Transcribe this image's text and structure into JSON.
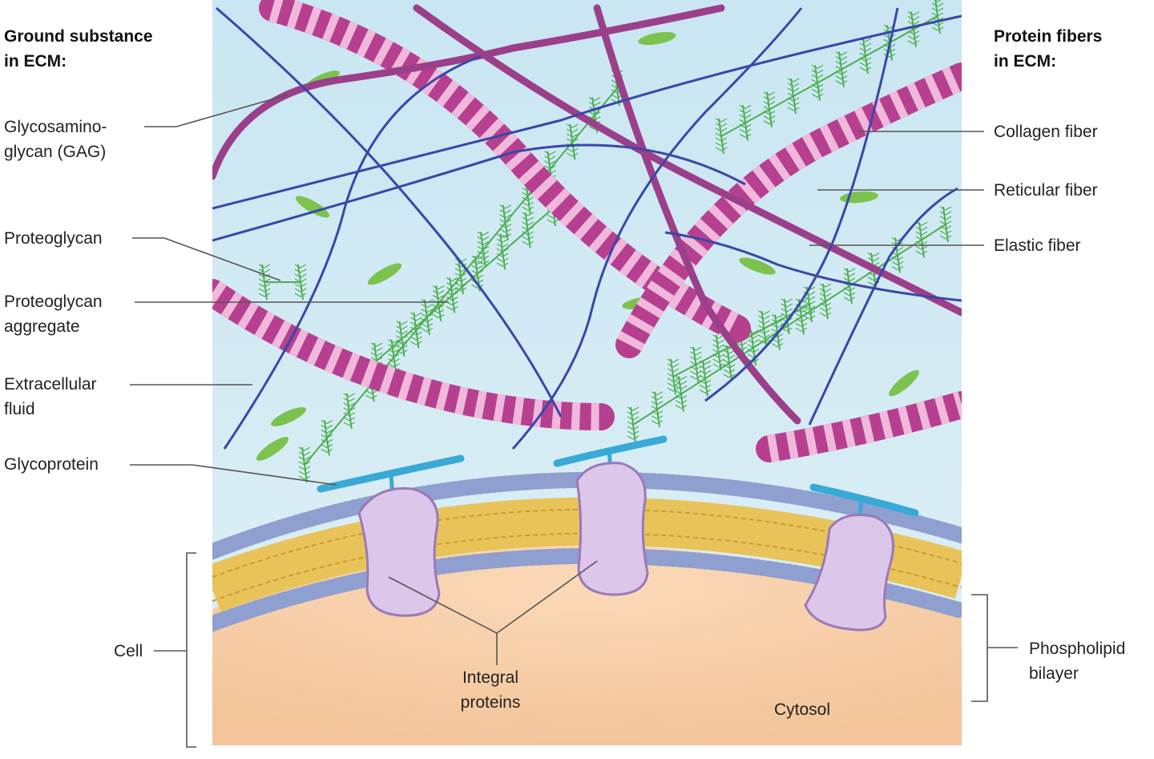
{
  "headings": {
    "left": [
      "Ground substance",
      "in ECM:"
    ],
    "right": [
      "Protein fibers",
      "in ECM:"
    ]
  },
  "labels": {
    "gag": [
      "Glycosamino-",
      "glycan (GAG)"
    ],
    "proteoglycan": "Proteoglycan",
    "aggregate": [
      "Proteoglycan",
      "aggregate"
    ],
    "ecf": [
      "Extracellular",
      "fluid"
    ],
    "glycoprotein": "Glycoprotein",
    "cell": "Cell",
    "integral": [
      "Integral",
      "proteins"
    ],
    "cytosol": "Cytosol",
    "collagen": "Collagen fiber",
    "reticular": "Reticular fiber",
    "elastic": "Elastic fiber",
    "bilayer": [
      "Phospholipid",
      "bilayer"
    ]
  },
  "colors": {
    "fluid": "#cfe8f2",
    "collagen": "#b6408f",
    "collagen_band": "#f0b9dc",
    "reticular": "#3a47a8",
    "elastic": "#9c3f8a",
    "proteoglycan": "#4caf50",
    "gag": "#7cc24e",
    "glycoprotein": "#39a9d6",
    "lipid_head": "#8e9fd0",
    "lipid_tail": "#e8c35a",
    "integral_protein": "#d8c2e6",
    "cytosol": "#f7cfa8"
  }
}
